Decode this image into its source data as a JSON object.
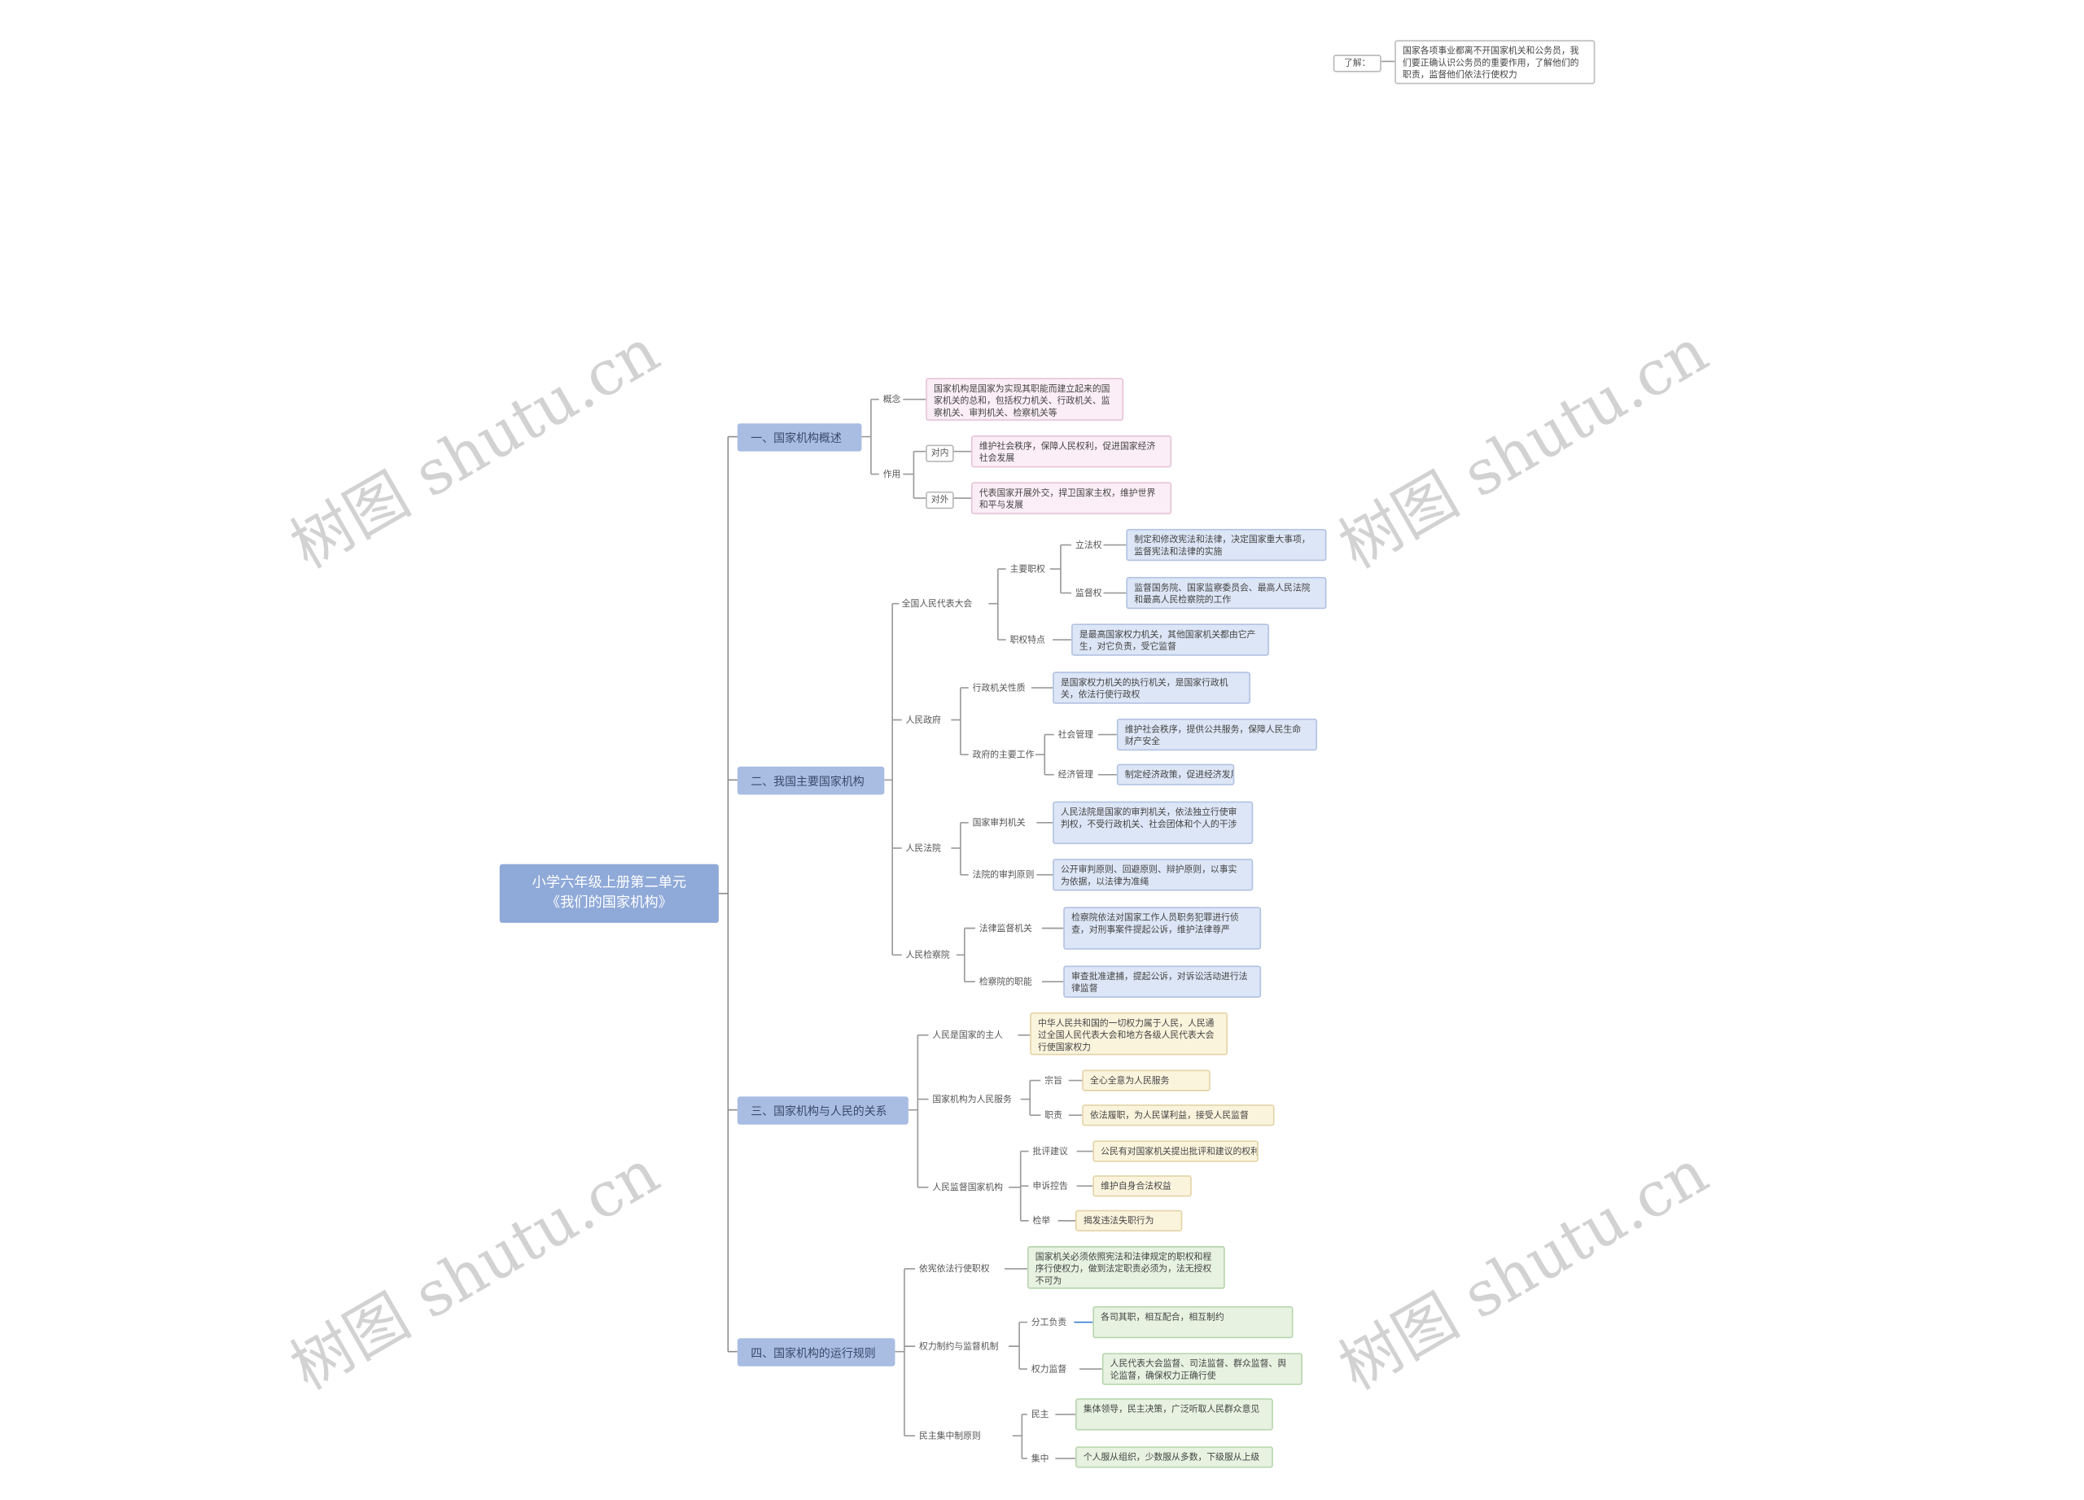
{
  "title": {
    "line1": "小学六年级上册第二单元",
    "line2": "《我们的国家机构》"
  },
  "watermark": "树图 shutu.cn",
  "floating": {
    "label": "了解：",
    "text": "国家各项事业都离不开国家机关和公务员，我们要正确认识公务员的重要作用，了解他们的职责，监督他们依法行使权力"
  },
  "sections": {
    "s1": {
      "title": "一、国家机构概述",
      "concept_label": "概念",
      "concept_text": "国家机构是国家为实现其职能而建立起来的国家机关的总和，包括权力机关、行政机关、监察机关、审判机关、检察机关等",
      "role_label": "作用",
      "role_1_tag": "对内",
      "role_1_text": "维护社会秩序，保障人民权利，促进国家经济社会发展",
      "role_2_tag": "对外",
      "role_2_text": "代表国家开展外交，捍卫国家主权，维护世界和平与发展"
    },
    "s2": {
      "title": "二、我国主要国家机构",
      "npc": {
        "label": "全国人民代表大会",
        "a_label": "主要职权",
        "a1_label": "立法权",
        "a1_text": "制定和修改宪法和法律，决定国家重大事项，监督宪法和法律的实施",
        "a2_label": "监督权",
        "a2_text": "监督国务院、国家监察委员会、最高人民法院和最高人民检察院的工作",
        "b_label": "职权特点",
        "b_text": "是最高国家权力机关，其他国家机关都由它产生，对它负责，受它监督"
      },
      "gov": {
        "label": "人民政府",
        "a_label": "行政机关性质",
        "a_text": "是国家权力机关的执行机关，是国家行政机关，依法行使行政权",
        "b_label": "政府的主要工作",
        "b1_label": "社会管理",
        "b1_text": "维护社会秩序，提供公共服务，保障人民生命财产安全",
        "b2_label": "经济管理",
        "b2_text": "制定经济政策，促进经济发展"
      },
      "court": {
        "label": "人民法院",
        "a_label": "国家审判机关",
        "a_text": "人民法院是国家的审判机关，依法独立行使审判权，不受行政机关、社会团体和个人的干涉",
        "b_label": "法院的审判原则",
        "b_text": "公开审判原则、回避原则、辩护原则，以事实为依据，以法律为准绳"
      },
      "procur": {
        "label": "人民检察院",
        "a_label": "法律监督机关",
        "a_text": "检察院依法对国家工作人员职务犯罪进行侦查，对刑事案件提起公诉，维护法律尊严",
        "b_label": "检察院的职能",
        "b_text": "审查批准逮捕，提起公诉，对诉讼活动进行法律监督"
      }
    },
    "s3": {
      "title": "三、国家机构与人民的关系",
      "a_label": "人民是国家的主人",
      "a_text": "中华人民共和国的一切权力属于人民，人民通过全国人民代表大会和地方各级人民代表大会行使国家权力",
      "b_label": "国家机构为人民服务",
      "b1_label": "宗旨",
      "b1_text": "全心全意为人民服务",
      "b2_label": "职责",
      "b2_text": "依法履职，为人民谋利益，接受人民监督",
      "c_label": "人民监督国家机构",
      "c1_label": "批评建议",
      "c1_text": "公民有对国家机关提出批评和建议的权利",
      "c2_label": "申诉控告",
      "c2_text": "维护自身合法权益",
      "c3_label": "检举",
      "c3_text": "揭发违法失职行为"
    },
    "s4": {
      "title": "四、国家机构的运行规则",
      "a_label": "依宪依法行使职权",
      "a_text": "国家机关必须依照宪法和法律规定的职权和程序行使权力，做到法定职责必须为，法无授权不可为",
      "b_label": "权力制约与监督机制",
      "b1_label": "分工负责",
      "b1_text": "各司其职，相互配合，相互制约",
      "b2_label": "权力监督",
      "b2_text": "人民代表大会监督、司法监督、群众监督、舆论监督，确保权力正确行使",
      "c_label": "民主集中制原则",
      "c1_label": "民主",
      "c1_text": "集体领导，民主决策，广泛听取人民群众意见",
      "c2_label": "集中",
      "c2_text": "个人服从组织，少数服从多数，下级服从上级"
    }
  }
}
